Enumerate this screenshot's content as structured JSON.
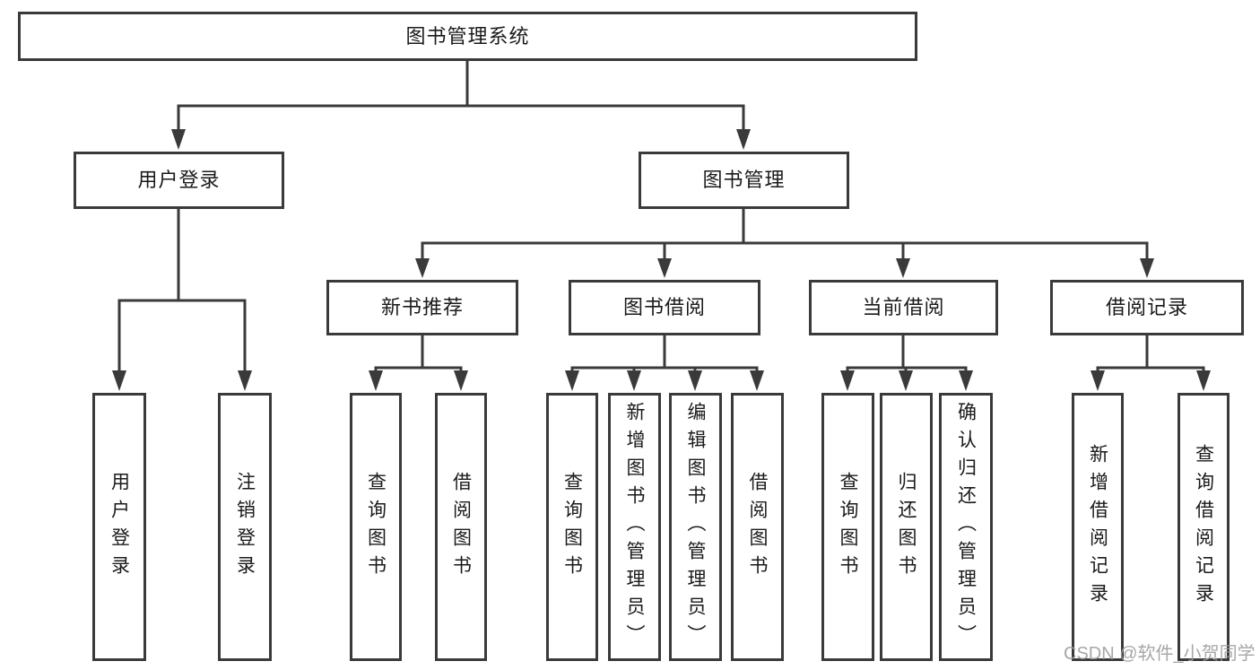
{
  "diagram": {
    "root": "图书管理系统",
    "level2": [
      "用户登录",
      "图书管理"
    ],
    "level3": [
      "新书推荐",
      "图书借阅",
      "当前借阅",
      "借阅记录"
    ],
    "leaves": {
      "user_login": [
        "用户登录",
        "注销登录"
      ],
      "new_book_recommend": [
        "查询图书",
        "借阅图书"
      ],
      "book_borrowing": [
        "查询图书",
        "新增图书（管理员）",
        "编辑图书（管理员）",
        "借阅图书"
      ],
      "current_borrowing": [
        "查询图书",
        "归还图书",
        "确认归还（管理员）"
      ],
      "borrowing_records": [
        "新增借阅记录",
        "查询借阅记录"
      ]
    }
  },
  "watermark": {
    "text": "CSDN @软件_小贺同学"
  },
  "colors": {
    "line": "#3a3a3a",
    "box_border": "#3a3a3a",
    "text": "#1a1a1a",
    "watermark": "#9e9e9e",
    "background": "#ffffff"
  }
}
